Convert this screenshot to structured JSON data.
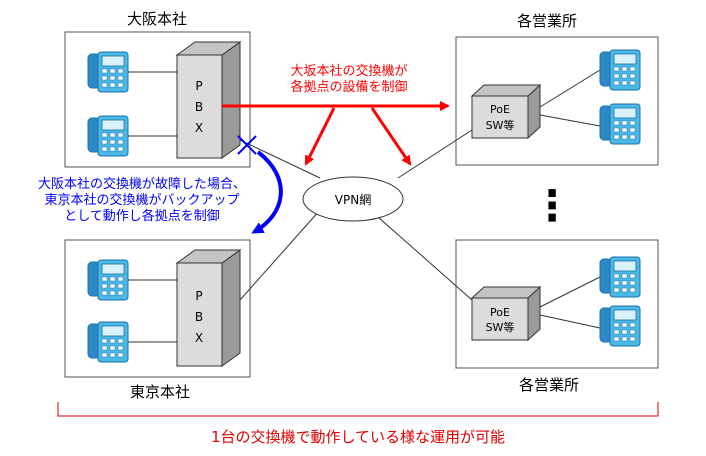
{
  "sites": {
    "osaka": {
      "label": "大阪本社",
      "pbx_letters": [
        "P",
        "B",
        "X"
      ]
    },
    "tokyo": {
      "label": "東京本社",
      "pbx_letters": [
        "P",
        "B",
        "X"
      ]
    },
    "branch_top": {
      "label": "各営業所",
      "switch_lines": [
        "PoE",
        "SW等"
      ]
    },
    "branch_bottom": {
      "label": "各営業所",
      "switch_lines": [
        "PoE",
        "SW等"
      ]
    }
  },
  "network": {
    "vpn_label": "VPN網",
    "ellipsis": "⋮"
  },
  "annotations": {
    "control": [
      "大坂本社の交換機が",
      "各拠点の設備を制御"
    ],
    "backup": [
      "大阪本社の交換機が故障した場合、",
      "東京本社の交換機がバックアップ",
      "として動作し各拠点を制御"
    ]
  },
  "footer": {
    "text": "1台の交換機で動作している様な運用が可能"
  },
  "colors": {
    "red": "#ff0000",
    "blue": "#0000ff",
    "footer_red": "#e00000",
    "phone_cyan": "#39b4e6",
    "phone_dark": "#1e6fa8",
    "box_front": "#dcdcdc",
    "box_side": "#9a9a9a"
  }
}
